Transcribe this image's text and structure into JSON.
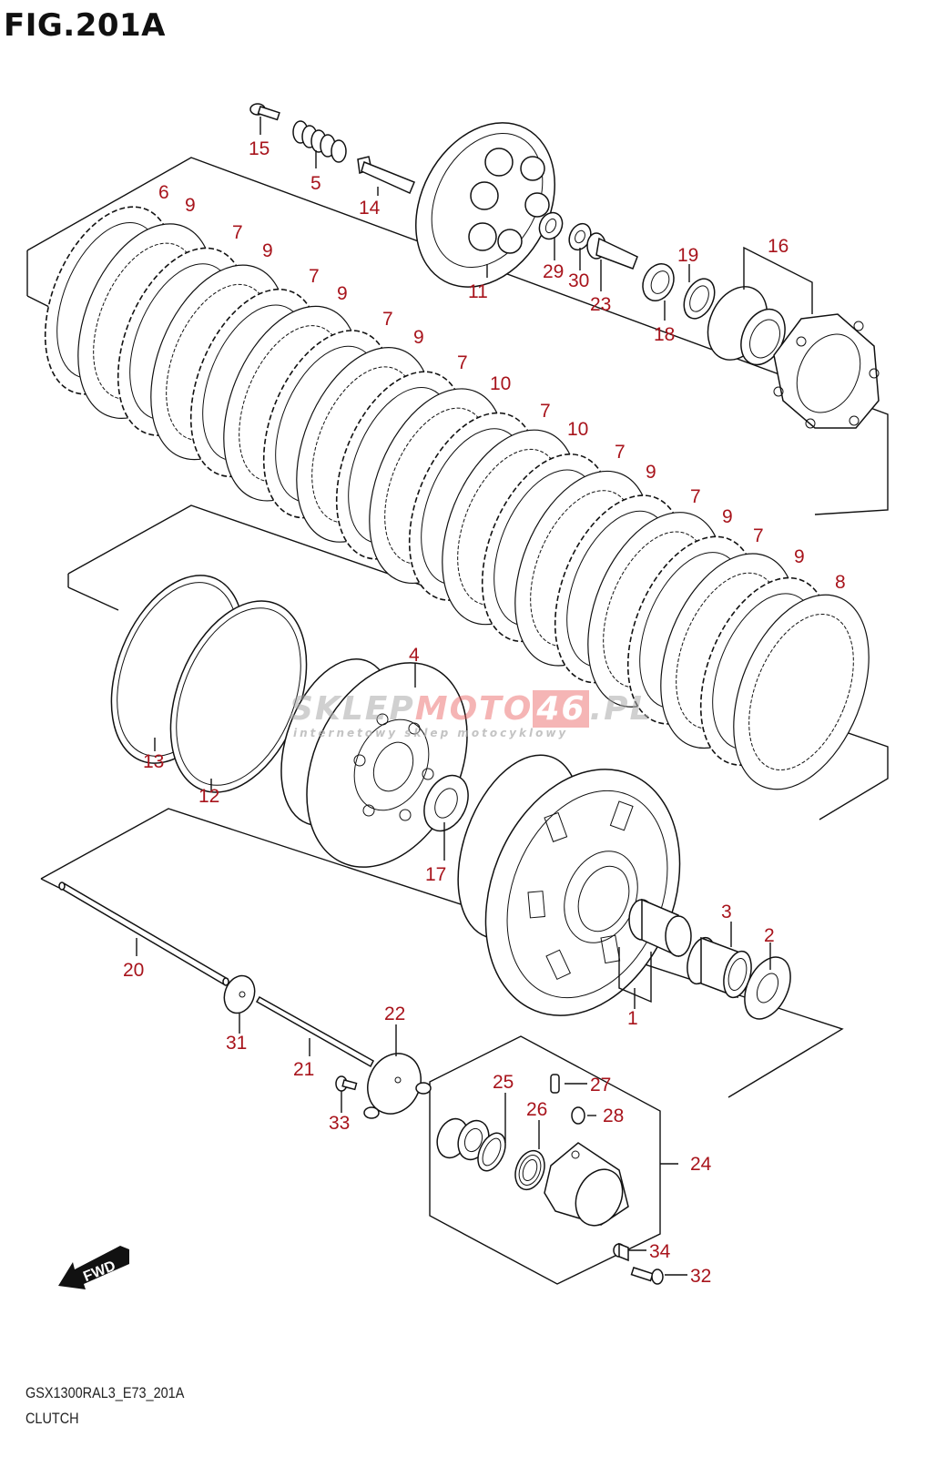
{
  "figure": {
    "title": "FIG.201A",
    "model_code": "GSX1300RAL3_E73_201A",
    "section_name": "CLUTCH"
  },
  "watermark": {
    "part1": "SKLEP",
    "part2": "MOTO",
    "part3": "46",
    "part4": ".PL",
    "subtitle": "internetowy sklep motocyklowy"
  },
  "direction_badge": {
    "label": "FWD",
    "icon": "forward-arrow-icon"
  },
  "colors": {
    "callout": "#a8141c",
    "line": "#111111"
  },
  "callouts": [
    {
      "id": "c15",
      "label": "15",
      "part": "bolt"
    },
    {
      "id": "c5",
      "label": "5",
      "part": "clutch-spring"
    },
    {
      "id": "c14",
      "label": "14",
      "part": "spring-bolt"
    },
    {
      "id": "c11",
      "label": "11",
      "part": "pressure-plate"
    },
    {
      "id": "c29",
      "label": "29",
      "part": "washer"
    },
    {
      "id": "c30",
      "label": "30",
      "part": "bearing"
    },
    {
      "id": "c23",
      "label": "23",
      "part": "push-piece"
    },
    {
      "id": "c19",
      "label": "19",
      "part": "washer"
    },
    {
      "id": "c18",
      "label": "18",
      "part": "nut"
    },
    {
      "id": "c16",
      "label": "16",
      "part": "sleeve-hub-assembly"
    },
    {
      "id": "c6",
      "label": "6",
      "part": "drive-plate-no1"
    },
    {
      "id": "c9a",
      "label": "9",
      "part": "driven-plate"
    },
    {
      "id": "c7a",
      "label": "7",
      "part": "drive-plate"
    },
    {
      "id": "c9b",
      "label": "9",
      "part": "driven-plate"
    },
    {
      "id": "c7b",
      "label": "7",
      "part": "drive-plate"
    },
    {
      "id": "c9c",
      "label": "9",
      "part": "driven-plate"
    },
    {
      "id": "c7c",
      "label": "7",
      "part": "drive-plate"
    },
    {
      "id": "c9d",
      "label": "9",
      "part": "driven-plate"
    },
    {
      "id": "c7d",
      "label": "7",
      "part": "drive-plate"
    },
    {
      "id": "c10a",
      "label": "10",
      "part": "driven-plate"
    },
    {
      "id": "c7e",
      "label": "7",
      "part": "drive-plate"
    },
    {
      "id": "c10b",
      "label": "10",
      "part": "driven-plate"
    },
    {
      "id": "c7f",
      "label": "7",
      "part": "drive-plate"
    },
    {
      "id": "c9e",
      "label": "9",
      "part": "driven-plate"
    },
    {
      "id": "c7g",
      "label": "7",
      "part": "drive-plate"
    },
    {
      "id": "c9f",
      "label": "9",
      "part": "driven-plate"
    },
    {
      "id": "c7h",
      "label": "7",
      "part": "drive-plate"
    },
    {
      "id": "c9g",
      "label": "9",
      "part": "driven-plate"
    },
    {
      "id": "c8",
      "label": "8",
      "part": "drive-plate-no2"
    },
    {
      "id": "c13",
      "label": "13",
      "part": "wire-ring"
    },
    {
      "id": "c12",
      "label": "12",
      "part": "spring-washer"
    },
    {
      "id": "c4",
      "label": "4",
      "part": "clutch-sleeve-hub"
    },
    {
      "id": "c17",
      "label": "17",
      "part": "thrust-washer"
    },
    {
      "id": "c3",
      "label": "3",
      "part": "needle-bearing"
    },
    {
      "id": "c2",
      "label": "2",
      "part": "thrust-washer"
    },
    {
      "id": "c1",
      "label": "1",
      "part": "primary-driven-gear-assembly"
    },
    {
      "id": "c20",
      "label": "20",
      "part": "push-rod"
    },
    {
      "id": "c31",
      "label": "31",
      "part": "oil-seal"
    },
    {
      "id": "c21",
      "label": "21",
      "part": "push-rod"
    },
    {
      "id": "c22",
      "label": "22",
      "part": "cover"
    },
    {
      "id": "c33",
      "label": "33",
      "part": "bolt"
    },
    {
      "id": "c25",
      "label": "25",
      "part": "seal"
    },
    {
      "id": "c26",
      "label": "26",
      "part": "spring"
    },
    {
      "id": "c27",
      "label": "27",
      "part": "bleeder-valve"
    },
    {
      "id": "c28",
      "label": "28",
      "part": "cap"
    },
    {
      "id": "c24",
      "label": "24",
      "part": "release-cylinder-assembly"
    },
    {
      "id": "c34",
      "label": "34",
      "part": "pin"
    },
    {
      "id": "c32",
      "label": "32",
      "part": "bolt"
    }
  ]
}
